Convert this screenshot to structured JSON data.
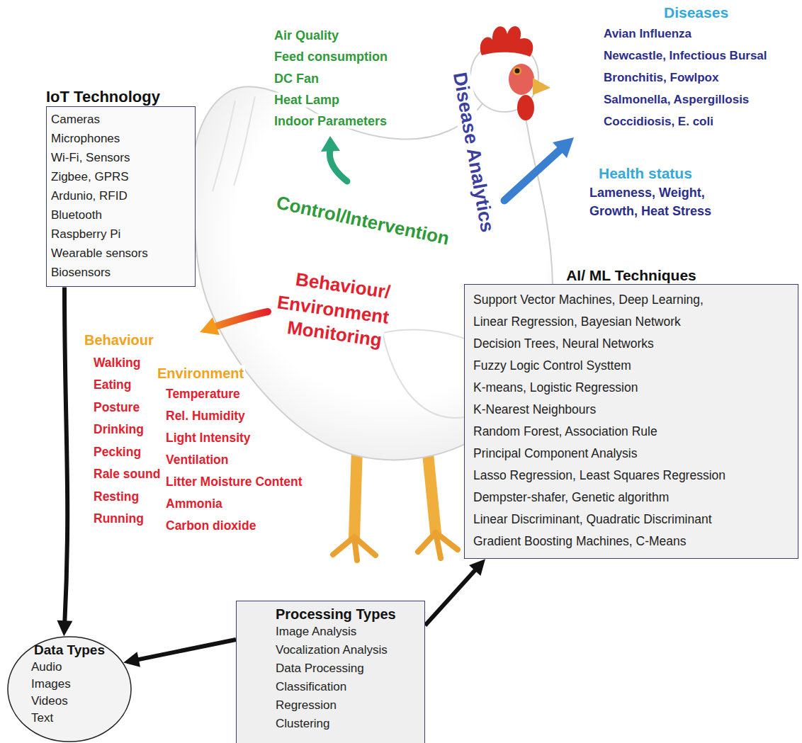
{
  "diagram": {
    "nodes": [
      {
        "text": [
          "IoT Technology",
          "Cameras",
          "Microphones",
          "Wi-Fi, Sensors",
          "Zigbee, GPRS",
          "Ardunio, RFID",
          "Bluetooth",
          "Raspberry Pi",
          "Wearable sensors",
          "Biosensors"
        ]
      },
      {
        "text": [
          "AI/ ML Techniques",
          "Support Vector Machines, Deep Learning,",
          "Linear Regression, Bayesian Network",
          "Decision Trees, Neural Networks",
          "Fuzzy Logic Control Systtem",
          "K-means, Logistic Regression",
          "K-Nearest Neighbours",
          "Random Forest, Association Rule",
          "Principal Component Analysis",
          "Lasso Regression, Least Squares Regression",
          "Dempster-shafer, Genetic algorithm",
          "Linear Discriminant, Quadratic Discriminant",
          "Gradient Boosting Machines, C-Means"
        ]
      },
      {
        "text": [
          "Processing Types",
          "Image Analysis",
          "Vocalization Analysis",
          "Data Processing",
          "Classification",
          "Regression",
          "Clustering"
        ]
      },
      {
        "text": [
          "Data Types",
          "Audio",
          "Images",
          "Videos",
          "Text"
        ]
      }
    ],
    "edges": [
      {
        "from": 0,
        "to": 3,
        "arrow": "to"
      },
      {
        "from": 2,
        "to": 3,
        "arrow": "to"
      },
      {
        "from": 2,
        "to": 1,
        "arrow": "to"
      }
    ],
    "labels": [
      "Air Quality",
      "Feed consumption",
      "DC Fan",
      "Heat Lamp",
      "Indoor Parameters",
      "Control/Intervention",
      "Disease Analytics",
      "Diseases",
      "Avian Influenza",
      "Newcastle, Infectious Bursal",
      "Bronchitis, Fowlpox",
      "Salmonella, Aspergillosis",
      "Coccidiosis, E. coli",
      "Health status",
      "Lameness, Weight,",
      "Growth, Heat Stress",
      "Behaviour/",
      "Environment",
      "Monitoring",
      "Behaviour",
      "Walking",
      "Eating",
      "Posture",
      "Drinking",
      "Pecking",
      "Rale sound",
      "Resting",
      "Running",
      "Environment",
      "Temperature",
      "Rel. Humidity",
      "Light Intensity",
      "Ventilation",
      "Litter Moisture Content",
      "Ammonia",
      "Carbon dioxide"
    ]
  }
}
